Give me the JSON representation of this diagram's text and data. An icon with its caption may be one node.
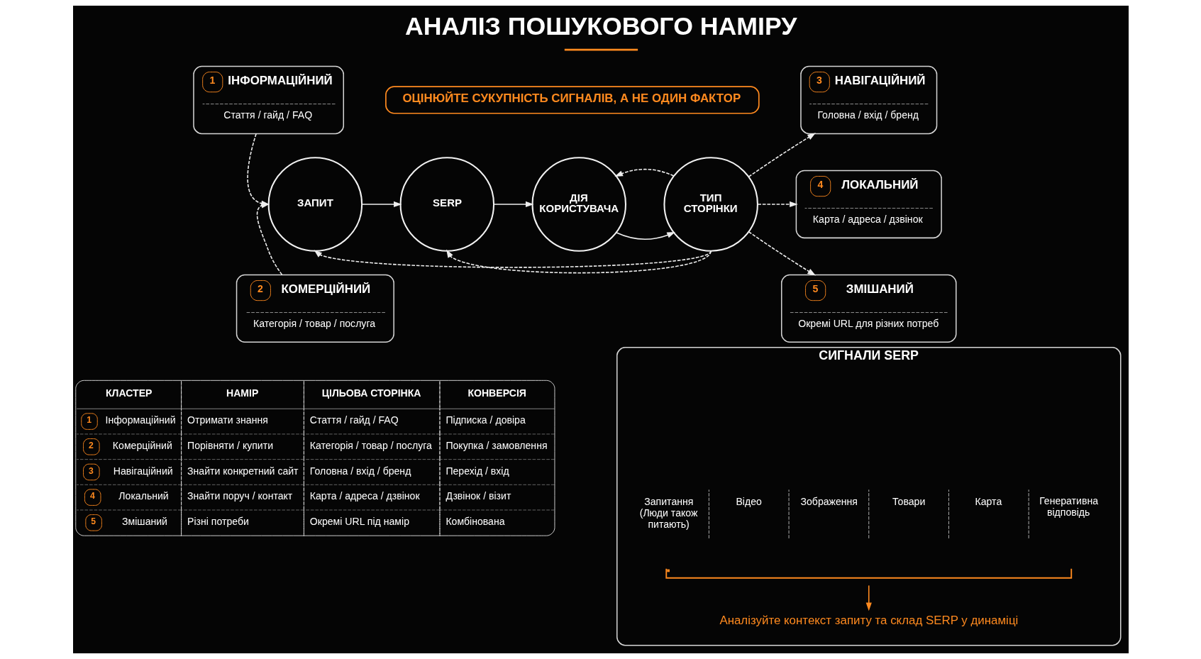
{
  "diagram": {
    "title": "АНАЛІЗ ПОШУКОВОГО НАМІРУ",
    "nodes": [
      {
        "text": [
          "1",
          "ІНФОРМАЦІЙНИЙ",
          "Стаття / гайд / FAQ"
        ]
      },
      {
        "text": [
          "ОЦІНЮЙТЕ СУКУПНІСТЬ СИГНАЛІВ, А НЕ ОДИН ФАКТОР"
        ]
      },
      {
        "text": [
          "3",
          "НАВІГАЦІЙНИЙ",
          "Головна / вхід / бренд"
        ]
      },
      {
        "text": [
          "ЗАПИТ"
        ]
      },
      {
        "text": [
          "SERP"
        ]
      },
      {
        "text": [
          "ДІЯ КОРИСТУВАЧА"
        ]
      },
      {
        "text": [
          "ТИП СТОРІНКИ"
        ]
      },
      {
        "text": [
          "4",
          "ЛОКАЛЬНИЙ",
          "Карта / адреса / дзвінок"
        ]
      },
      {
        "text": [
          "2",
          "КОМЕРЦІЙНИЙ",
          "Категорія / товар / послуга"
        ]
      },
      {
        "text": [
          "5",
          "ЗМІШАНИЙ",
          "Окремі URL для різних потреб"
        ]
      },
      {
        "text": [
          "СИГНАЛИ SERP"
        ]
      },
      {
        "text": [
          "Аналізуйте контекст запиту та склад SERP у динаміці"
        ],
        "in": 10
      }
    ],
    "edges": [
      {
        "from": 0,
        "to": 3,
        "arrow": "to",
        "style": "dashed"
      },
      {
        "from": 8,
        "to": 3,
        "arrow": "to",
        "style": "dashed"
      },
      {
        "from": 3,
        "to": 4,
        "arrow": "to"
      },
      {
        "from": 4,
        "to": 5,
        "arrow": "to"
      },
      {
        "from": 5,
        "to": 6,
        "arrow": "to"
      },
      {
        "from": 6,
        "to": 2,
        "arrow": "to",
        "style": "dashed"
      },
      {
        "from": 6,
        "to": 7,
        "arrow": "to",
        "style": "dashed"
      },
      {
        "from": 6,
        "to": 9,
        "arrow": "to",
        "style": "dashed"
      },
      {
        "from": 6,
        "to": 3,
        "arrow": "to",
        "style": "dashed"
      },
      {
        "from": 6,
        "to": 4,
        "arrow": "to",
        "style": "dashed"
      },
      {
        "from": 6,
        "to": 5,
        "arrow": "to",
        "style": "dashed"
      },
      {
        "from": null,
        "to": 11,
        "arrow": "to",
        "color": "#ff8a1f"
      }
    ],
    "labels": [
      "КЛАСТЕР",
      "НАМІР",
      "ЦІЛЬОВА СТОРІНКА",
      "КОНВЕРСІЯ",
      "1",
      "Інформаційний",
      "Отримати знання",
      "Стаття / гайд / FAQ",
      "Підписка / довіра",
      "2",
      "Комерційний",
      "Порівняти / купити",
      "Категорія / товар / послуга",
      "Покупка / замовлення",
      "3",
      "Навігаційний",
      "Знайти конкретний сайт",
      "Головна / вхід / бренд",
      "Перехід / вхід",
      "4",
      "Локальний",
      "Знайти поруч / контакт",
      "Карта / адреса / дзвінок",
      "Дзвінок / візит",
      "5",
      "Змішаний",
      "Різні потреби",
      "Окремі URL під намір",
      "Комбінована",
      "Запитання (Люди також питають)",
      "Відео",
      "Зображення",
      "Товари",
      "Карта",
      "Генеративна відповідь"
    ]
  }
}
